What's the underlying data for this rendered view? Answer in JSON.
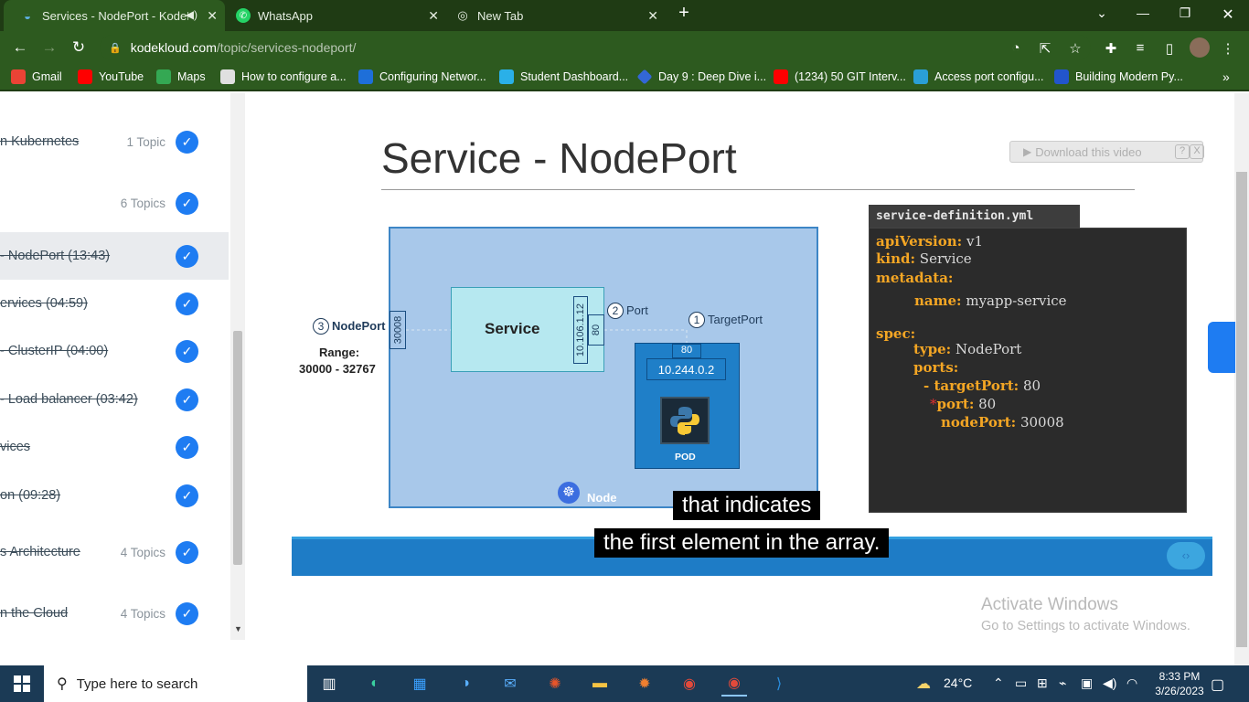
{
  "browser": {
    "tabs": [
      {
        "title": "Services - NodePort - KodeK",
        "active": true
      },
      {
        "title": "WhatsApp",
        "active": false
      },
      {
        "title": "New Tab",
        "active": false
      }
    ],
    "url_host": "kodekloud.com",
    "url_path": "/topic/services-nodeport/",
    "bookmarks": [
      {
        "label": "Gmail",
        "color": "#ea4335"
      },
      {
        "label": "YouTube",
        "color": "#ff0000"
      },
      {
        "label": "Maps",
        "color": "#34a853"
      },
      {
        "label": "How to configure a...",
        "color": "#e0e0e0"
      },
      {
        "label": "Configuring Networ...",
        "color": "#1e6fd9"
      },
      {
        "label": "Student Dashboard...",
        "color": "#2ab0e8"
      },
      {
        "label": "Day 9 : Deep Dive i...",
        "color": "#3367d6"
      },
      {
        "label": "(1234) 50 GIT Interv...",
        "color": "#ff0000"
      },
      {
        "label": "Access port configu...",
        "color": "#2a9fd6"
      },
      {
        "label": "Building Modern Py...",
        "color": "#2255cc"
      }
    ]
  },
  "sidebar": {
    "items": [
      {
        "label": "n Kubernetes",
        "count": "1 Topic"
      },
      {
        "label": "",
        "count": "6 Topics"
      },
      {
        "label": "- NodePort (13:43)",
        "count": ""
      },
      {
        "label": "ervices (04:59)",
        "count": ""
      },
      {
        "label": "- ClusterIP (04:00)",
        "count": ""
      },
      {
        "label": "- Load balancer (03:42)",
        "count": ""
      },
      {
        "label": "vices",
        "count": ""
      },
      {
        "label": "on (09:28)",
        "count": ""
      },
      {
        "label": "s Architecture",
        "count": "4 Topics"
      },
      {
        "label": "n the Cloud",
        "count": "4 Topics"
      }
    ]
  },
  "slide": {
    "title": "Service - NodePort",
    "download": "Download this video",
    "help": "?",
    "close": "X",
    "diagram": {
      "service": "Service",
      "cluster_ip": "10.106.1.12",
      "service_port": "80",
      "node_port": "30008",
      "nodeport_num": "3",
      "nodeport_label": "NodePort",
      "port_num": "2",
      "port_label": "Port",
      "target_num": "1",
      "target_label": "TargetPort",
      "range_label": "Range:",
      "range_value": "30000 - 32767",
      "pod_port": "80",
      "pod_ip": "10.244.0.2",
      "pod_label": "POD",
      "node_label": "Node"
    },
    "yaml": {
      "filename": "service-definition.yml",
      "lines": {
        "l1k": "apiVersion:",
        "l1v": " v1",
        "l2k": "kind:",
        "l2v": " Service",
        "l3k": "metadata:",
        "l4k": "name:",
        "l4v": " myapp-service",
        "l5k": "spec:",
        "l6k": "type:",
        "l6v": " NodePort",
        "l7k": "ports:",
        "l8k": "- targetPort:",
        "l8v": " 80",
        "l9star": "*",
        "l9k": "port:",
        "l9v": " 80",
        "l10k": "nodePort:",
        "l10v": " 30008"
      }
    },
    "captions": [
      "that indicates",
      "the first element in the array."
    ]
  },
  "watermark": {
    "line1": "Activate Windows",
    "line2": "Go to Settings to activate Windows."
  },
  "taskbar": {
    "search_placeholder": "Type here to search",
    "temperature": "24°C",
    "time": "8:33 PM",
    "date": "3/26/2023"
  }
}
